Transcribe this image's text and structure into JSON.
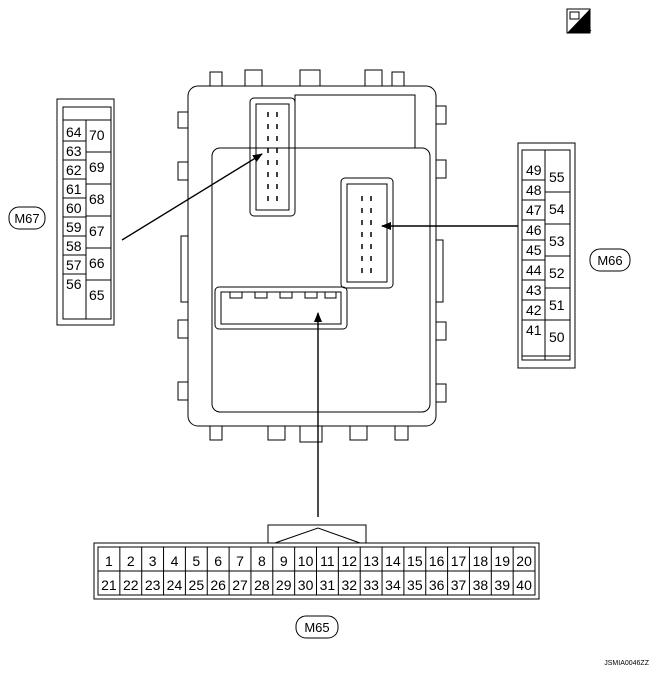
{
  "hs_icon": {
    "text": "H.S.",
    "icon": "hs-symbol-icon"
  },
  "connectors": {
    "m67": {
      "label": "M67",
      "left_pins": [
        "64",
        "63",
        "62",
        "61",
        "60",
        "59",
        "58",
        "57",
        "56"
      ],
      "right_pins": [
        "70",
        "69",
        "68",
        "67",
        "66",
        "65"
      ]
    },
    "m66": {
      "label": "M66",
      "left_pins": [
        "49",
        "48",
        "47",
        "46",
        "45",
        "44",
        "43",
        "42",
        "41"
      ],
      "right_pins": [
        "55",
        "54",
        "53",
        "52",
        "51",
        "50"
      ]
    },
    "m65": {
      "label": "M65",
      "top_row": [
        "1",
        "2",
        "3",
        "4",
        "5",
        "6",
        "7",
        "8",
        "9",
        "10",
        "11",
        "12",
        "13",
        "14",
        "15",
        "16",
        "17",
        "18",
        "19",
        "20"
      ],
      "bottom_row": [
        "21",
        "22",
        "23",
        "24",
        "25",
        "26",
        "27",
        "28",
        "29",
        "30",
        "31",
        "32",
        "33",
        "34",
        "35",
        "36",
        "37",
        "38",
        "39",
        "40"
      ]
    }
  },
  "figure_code": "JSMIA0046ZZ"
}
